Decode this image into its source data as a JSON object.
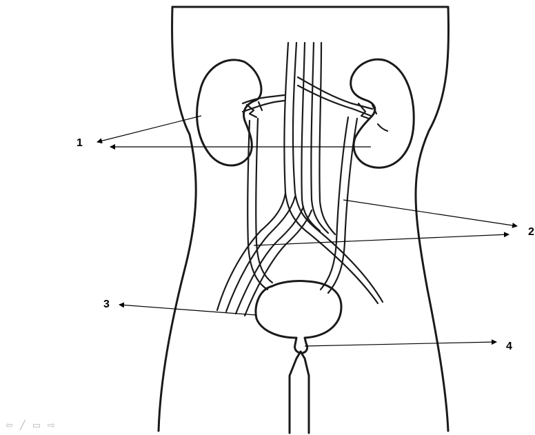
{
  "labels": {
    "l1": "1",
    "l2": "2",
    "l3": "3",
    "l4": "4"
  },
  "nav": {
    "prev_icon": "arrow-left-icon",
    "pen_icon": "pen-icon",
    "menu_icon": "slide-menu-icon",
    "next_icon": "arrow-right-icon",
    "prev_glyph": "⇦",
    "pen_glyph": "╱",
    "menu_glyph": "▭",
    "next_glyph": "⇨"
  }
}
